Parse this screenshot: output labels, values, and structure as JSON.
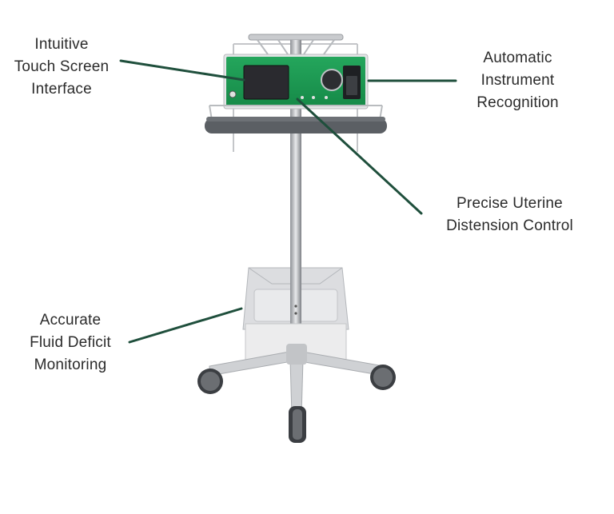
{
  "callouts": {
    "touch_screen": [
      "Intuitive",
      "Touch Screen",
      "Interface"
    ],
    "instrument": [
      "Automatic",
      "Instrument",
      "Recognition"
    ],
    "distension": [
      "Precise Uterine",
      "Distension Control"
    ],
    "fluid": [
      "Accurate",
      "Fluid Deficit",
      "Monitoring"
    ]
  },
  "colors": {
    "leader_line": "#1f4f3c",
    "panel_green": "#1f9a55",
    "screen": "#2a2a2f",
    "metal": "#d9dadc",
    "tray": "#5b5f64",
    "wheel": "#3b3e42"
  }
}
